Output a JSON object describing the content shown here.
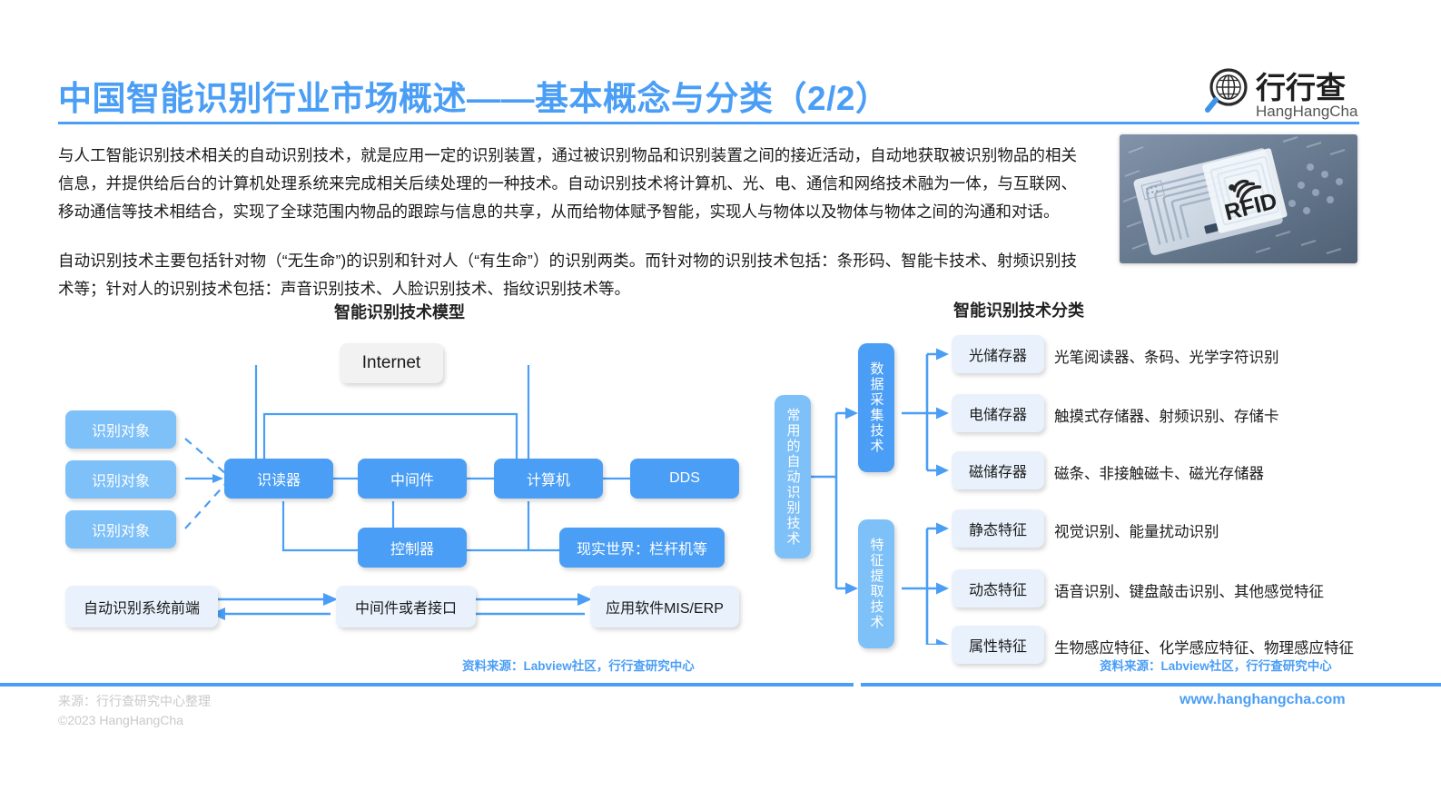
{
  "header": {
    "title": "中国智能识别行业市场概述——基本概念与分类（2/2）",
    "logo_cn": "行行查",
    "logo_en": "HangHangCha",
    "logo_icon": "magnifier-globe-icon"
  },
  "body": {
    "paragraph1": "与人工智能识别技术相关的自动识别技术，就是应用一定的识别装置，通过被识别物品和识别装置之间的接近活动，自动地获取被识别物品的相关信息，并提供给后台的计算机处理系统来完成相关后续处理的一种技术。自动识别技术将计算机、光、电、通信和网络技术融为一体，与互联网、移动通信等技术相结合，实现了全球范围内物品的跟踪与信息的共享，从而给物体赋予智能，实现人与物体以及物体与物体之间的沟通和对话。",
    "paragraph2": "自动识别技术主要包括针对物（“无生命”)的识别和针对人（“有生命”）的识别两类。而针对物的识别技术包括：条形码、智能卡技术、射频识别技术等；针对人的识别技术包括：声音识别技术、人脸识别技术、指纹识别技术等。"
  },
  "photo": {
    "name": "rfid-tag-photo",
    "label": "RFID"
  },
  "left_diagram": {
    "title": "智能识别技术模型",
    "objects": [
      "识别对象",
      "识别对象",
      "识别对象"
    ],
    "internet": "Internet",
    "reader": "识读器",
    "middleware": "中间件",
    "computer": "计算机",
    "dds": "DDS",
    "controller": "控制器",
    "realworld": "现实世界：栏杆机等",
    "frontend": "自动识别系统前端",
    "interface": "中间件或者接口",
    "application": "应用软件MIS/ERP",
    "source": "资料来源：Labview社区，行行查研究中心"
  },
  "right_diagram": {
    "title": "智能识别技术分类",
    "root": "常用的自动识别技术",
    "branches": [
      {
        "name": "数据采集技术",
        "leaves": [
          {
            "label": "光储存器",
            "desc": "光笔阅读器、条码、光学字符识别"
          },
          {
            "label": "电储存器",
            "desc": "触摸式存储器、射频识别、存储卡"
          },
          {
            "label": "磁储存器",
            "desc": "磁条、非接触磁卡、磁光存储器"
          }
        ]
      },
      {
        "name": "特征提取技术",
        "leaves": [
          {
            "label": "静态特征",
            "desc": "视觉识别、能量扰动识别"
          },
          {
            "label": "动态特征",
            "desc": "语音识别、键盘敲击识别、其他感觉特征"
          },
          {
            "label": "属性特征",
            "desc": "生物感应特征、化学感应特征、物理感应特征"
          }
        ]
      }
    ],
    "source": "资料来源：Labview社区，行行查研究中心"
  },
  "footer": {
    "line1": "来源：行行查研究中心整理",
    "line2": "©2023 HangHangCha",
    "url": "www.hanghangcha.com"
  },
  "colors": {
    "accent": "#4a9ef5",
    "accent_light": "#7ec0f8",
    "pale": "#e9f2fc",
    "grey_box": "#f2f2f2",
    "footer_text": "#c9c9c9"
  }
}
